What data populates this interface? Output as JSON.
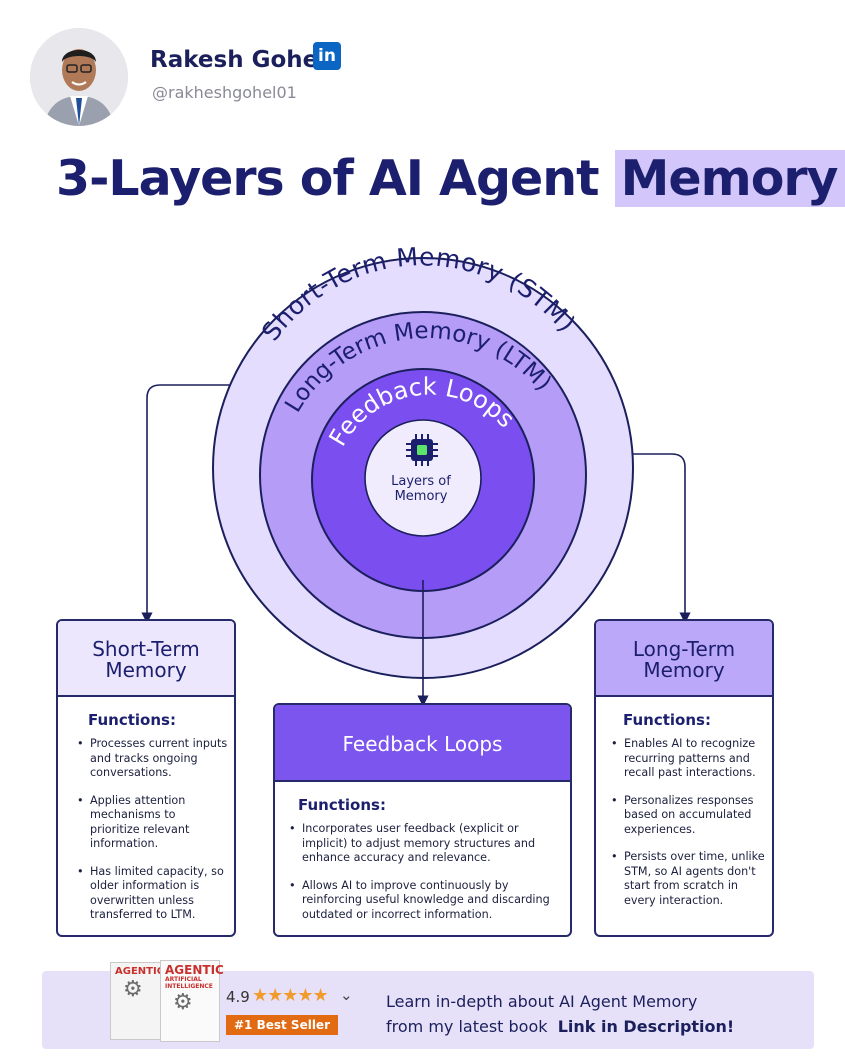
{
  "header": {
    "name": "Rakesh Gohel",
    "handle": "@rakheshgohel01",
    "social_icon": "linkedin-icon",
    "social_icon_text": "in"
  },
  "title": {
    "part1": "3-Layers of  AI Agent ",
    "highlight": "Memory"
  },
  "diagram": {
    "outer_ring_label": "Short-Term Memory (STM)",
    "middle_ring_label": "Long-Term Memory (LTM)",
    "inner_ring_label": "Feedback Loops",
    "center_label_1": "Layers of",
    "center_label_2": "Memory",
    "center_icon": "chip-icon"
  },
  "stm": {
    "title_1": "Short-Term",
    "title_2": "Memory",
    "functions_label": "Functions:",
    "bullets": [
      "Processes current inputs and tracks ongoing conversations.",
      "Applies attention mechanisms to prioritize relevant information.",
      "Has limited capacity, so older information is overwritten unless transferred to LTM."
    ]
  },
  "feedback": {
    "title": "Feedback Loops",
    "functions_label": "Functions:",
    "bullets": [
      "Incorporates user feedback (explicit or implicit) to adjust memory structures and enhance accuracy and relevance.",
      "Allows AI to improve continuously by reinforcing useful knowledge and discarding outdated or incorrect information."
    ]
  },
  "ltm": {
    "title_1": "Long-Term",
    "title_2": "Memory",
    "functions_label": "Functions:",
    "bullets": [
      "Enables AI to recognize recurring patterns and recall past interactions.",
      "Personalizes responses based on accumulated experiences.",
      "Persists over time, unlike STM, so AI agents don't start from scratch in every interaction."
    ]
  },
  "banner": {
    "book1_title": "AGENTIC",
    "book2_title": "AGENTIC",
    "book2_subtitle": "ARTIFICIAL INTELLIGENCE",
    "rating": "4.9",
    "stars": 5,
    "badge": "#1 Best Seller",
    "cta_line1": "Learn in-depth about AI Agent Memory",
    "cta_line2_prefix": "from my latest book",
    "cta_line2_link": "Link in Description!"
  },
  "colors": {
    "navy": "#1b1f6d",
    "outer_ring": "#e4ddfd",
    "middle_ring": "#b59cf7",
    "inner_ring": "#7b4ef0",
    "center": "#f0ecfd",
    "highlight": "#d2c6fb",
    "badge": "#e26a13"
  }
}
